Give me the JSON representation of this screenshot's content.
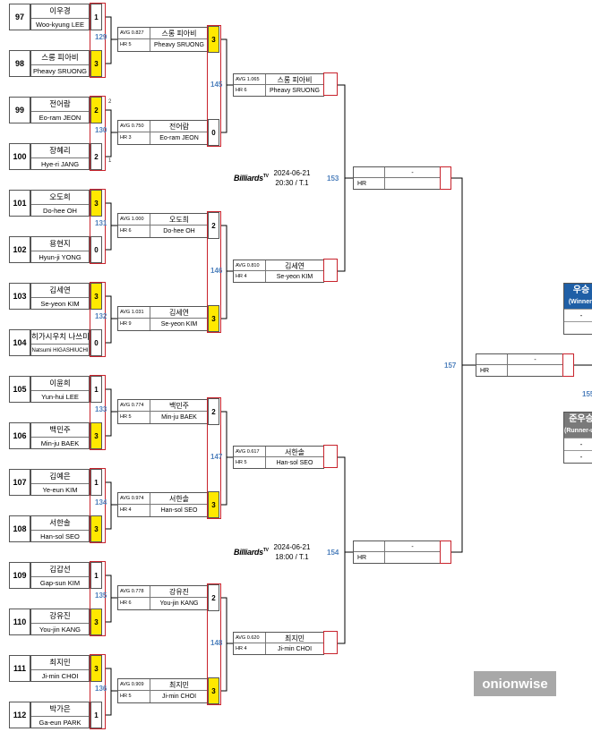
{
  "round1": [
    {
      "seed": "97",
      "kr": "이우경",
      "en": "Woo-kyung LEE",
      "score": "1",
      "win": false
    },
    {
      "seed": "98",
      "kr": "스롱 피아비",
      "en": "Pheavy SRUONG",
      "score": "3",
      "win": true
    },
    {
      "seed": "99",
      "kr": "전어람",
      "en": "Eo-ram JEON",
      "score": "2",
      "win": true,
      "tiny": "2"
    },
    {
      "seed": "100",
      "kr": "장혜리",
      "en": "Hye-ri JANG",
      "score": "2",
      "win": false,
      "tiny": "1"
    },
    {
      "seed": "101",
      "kr": "오도희",
      "en": "Do-hee OH",
      "score": "3",
      "win": true
    },
    {
      "seed": "102",
      "kr": "용현지",
      "en": "Hyun-ji YONG",
      "score": "0",
      "win": false
    },
    {
      "seed": "103",
      "kr": "김세연",
      "en": "Se-yeon KIM",
      "score": "3",
      "win": true
    },
    {
      "seed": "104",
      "kr": "히가시우치 나쓰미",
      "en": "Natsumi HIGASHIUCHI",
      "score": "0",
      "win": false
    },
    {
      "seed": "105",
      "kr": "이윤희",
      "en": "Yun-hui LEE",
      "score": "1",
      "win": false
    },
    {
      "seed": "106",
      "kr": "백민주",
      "en": "Min-ju BAEK",
      "score": "3",
      "win": true
    },
    {
      "seed": "107",
      "kr": "김예은",
      "en": "Ye-eun KIM",
      "score": "1",
      "win": false
    },
    {
      "seed": "108",
      "kr": "서한솔",
      "en": "Han-sol SEO",
      "score": "3",
      "win": true
    },
    {
      "seed": "109",
      "kr": "김갑선",
      "en": "Gap-sun KIM",
      "score": "1",
      "win": false
    },
    {
      "seed": "110",
      "kr": "강유진",
      "en": "You-jin KANG",
      "score": "3",
      "win": true
    },
    {
      "seed": "111",
      "kr": "최지민",
      "en": "Ji-min CHOI",
      "score": "3",
      "win": true
    },
    {
      "seed": "112",
      "kr": "박가은",
      "en": "Ga-eun PARK",
      "score": "1",
      "win": false
    }
  ],
  "round2": [
    {
      "match": "129",
      "avg": "AVG 0.827",
      "hr": "HR 5",
      "kr": "스롱 피아비",
      "en": "Pheavy SRUONG",
      "score": "3",
      "win": true
    },
    {
      "match": "130",
      "avg": "AVG 0.750",
      "hr": "HR 3",
      "kr": "전어람",
      "en": "Eo-ram JEON",
      "score": "0",
      "win": false
    },
    {
      "match": "131",
      "avg": "AVG 1.000",
      "hr": "HR 6",
      "kr": "오도희",
      "en": "Do-hee OH",
      "score": "2",
      "win": false
    },
    {
      "match": "132",
      "avg": "AVG 1.031",
      "hr": "HR 9",
      "kr": "김세연",
      "en": "Se-yeon KIM",
      "score": "3",
      "win": true
    },
    {
      "match": "133",
      "avg": "AVG 0.774",
      "hr": "HR 5",
      "kr": "백민주",
      "en": "Min-ju BAEK",
      "score": "2",
      "win": false
    },
    {
      "match": "134",
      "avg": "AVG 0.974",
      "hr": "HR 4",
      "kr": "서한솔",
      "en": "Han-sol SEO",
      "score": "3",
      "win": true
    },
    {
      "match": "135",
      "avg": "AVG 0.778",
      "hr": "HR 6",
      "kr": "강유진",
      "en": "You-jin KANG",
      "score": "2",
      "win": false
    },
    {
      "match": "136",
      "avg": "AVG 0.909",
      "hr": "HR 5",
      "kr": "최지민",
      "en": "Ji-min CHOI",
      "score": "3",
      "win": true
    }
  ],
  "round3": [
    {
      "match": "145",
      "avg": "AVG 1.065",
      "hr": "HR 6",
      "kr": "스롱 피아비",
      "en": "Pheavy SRUONG"
    },
    {
      "match": "146",
      "avg": "AVG 0.810",
      "hr": "HR 4",
      "kr": "김세연",
      "en": "Se-yeon KIM"
    },
    {
      "match": "147",
      "avg": "AVG 0.617",
      "hr": "HR 5",
      "kr": "서한솔",
      "en": "Han-sol SEO"
    },
    {
      "match": "148",
      "avg": "AVG 0.620",
      "hr": "HR 4",
      "kr": "최지민",
      "en": "Ji-min CHOI"
    }
  ],
  "round4": [
    {
      "match": "153",
      "hr": "HR",
      "name": "-"
    },
    {
      "match": "154",
      "hr": "HR",
      "name": "-"
    }
  ],
  "final": {
    "match": "157",
    "hr": "HR",
    "name": "-",
    "next_match": "155"
  },
  "sessions": [
    {
      "logo": "Billiards",
      "logo_sup": "TV",
      "date": "2024-06-21",
      "time": "20:30 / T.1"
    },
    {
      "logo": "Billiards",
      "logo_sup": "TV",
      "date": "2024-06-21",
      "time": "18:00 / T.1"
    }
  ],
  "awards": {
    "winner": {
      "title": "우승",
      "subtitle": "(Winner)",
      "rows": [
        "-",
        ""
      ]
    },
    "runner": {
      "title": "준우승",
      "subtitle": "(Runner-up)",
      "rows": [
        "-",
        "-"
      ]
    }
  },
  "colors": {
    "accent_red": "#c8232c",
    "win_yellow": "#ffe800",
    "match_blue": "#4f81bd",
    "winner_header": "#1f5fa6",
    "runner_header": "#7a7a7a"
  },
  "watermark": "onionwise"
}
